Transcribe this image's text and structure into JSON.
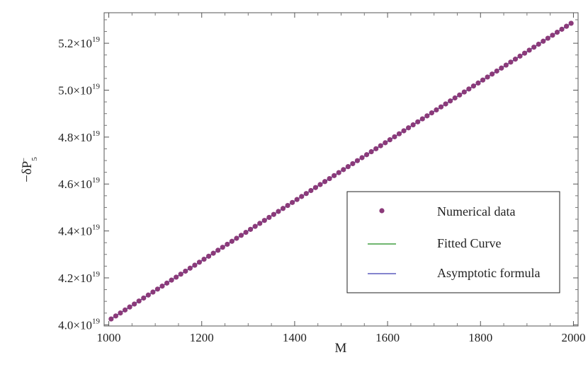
{
  "chart_data": {
    "type": "scatter",
    "xlabel": "M",
    "ylabel": {
      "main": "−δP",
      "sub": "5",
      "sup": "−"
    },
    "xlim": [
      990,
      2010
    ],
    "ylim": [
      3.995e+19,
      5.33e+19
    ],
    "xticks": [
      {
        "value": 1000,
        "label": "1000"
      },
      {
        "value": 1200,
        "label": "1200"
      },
      {
        "value": 1400,
        "label": "1400"
      },
      {
        "value": 1600,
        "label": "1600"
      },
      {
        "value": 1800,
        "label": "1800"
      },
      {
        "value": 2000,
        "label": "2000"
      }
    ],
    "yticks": [
      {
        "value": 4e+19,
        "mantissa": "4.0",
        "times": "×",
        "base": "10",
        "exp": "19"
      },
      {
        "value": 4.2e+19,
        "mantissa": "4.2",
        "times": "×",
        "base": "10",
        "exp": "19"
      },
      {
        "value": 4.4e+19,
        "mantissa": "4.4",
        "times": "×",
        "base": "10",
        "exp": "19"
      },
      {
        "value": 4.6e+19,
        "mantissa": "4.6",
        "times": "×",
        "base": "10",
        "exp": "19"
      },
      {
        "value": 4.8e+19,
        "mantissa": "4.8",
        "times": "×",
        "base": "10",
        "exp": "19"
      },
      {
        "value": 5e+19,
        "mantissa": "5.0",
        "times": "×",
        "base": "10",
        "exp": "19"
      },
      {
        "value": 5.2e+19,
        "mantissa": "5.2",
        "times": "×",
        "base": "10",
        "exp": "19"
      }
    ],
    "series": [
      {
        "name": "Numerical data",
        "kind": "points",
        "color": "#8b3a7a",
        "x_start": 1005,
        "x_end": 1995,
        "x_step": 10,
        "y_at_x_start": 4.025e+19,
        "y_at_x_end": 5.285e+19
      },
      {
        "name": "Fitted Curve",
        "kind": "line",
        "color": "#1a8a1a",
        "x": [
          1005,
          1995
        ],
        "y": [
          4.025e+19,
          5.285e+19
        ]
      },
      {
        "name": "Asymptotic formula",
        "kind": "line",
        "color": "#3a3ab0",
        "x": [
          1005,
          1995
        ],
        "y": [
          4.025e+19,
          5.285e+19
        ]
      }
    ],
    "legend": {
      "placement": "bottom-right"
    },
    "frame_ticks": true,
    "grid": false
  }
}
